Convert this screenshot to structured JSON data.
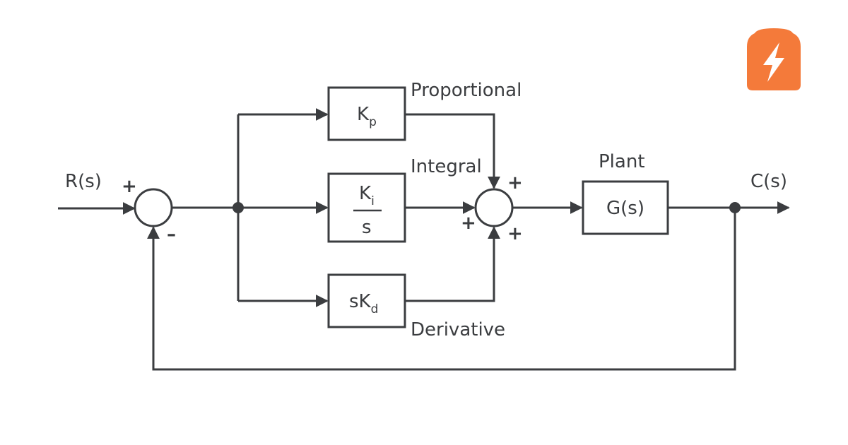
{
  "brand": {
    "logo_icon": "bolt-badge-icon",
    "logo_color": "#f47a3a"
  },
  "diagram": {
    "signals": {
      "input": "R(s)",
      "output": "C(s)"
    },
    "plant": {
      "title": "Plant",
      "transfer_function": "G(s)"
    },
    "branches": {
      "proportional": {
        "title": "Proportional",
        "gain": "K",
        "gain_sub": "p"
      },
      "integral": {
        "title": "Integral",
        "gain": "K",
        "gain_sub": "i",
        "denominator": "s"
      },
      "derivative": {
        "title": "Derivative",
        "gain_prefix": "sK",
        "gain_sub": "d"
      }
    },
    "summers": {
      "error": {
        "top_sign": "+",
        "bottom_sign": "–"
      },
      "controller": {
        "top_sign": "+",
        "left_sign": "+",
        "bottom_sign": "+"
      }
    }
  },
  "colors": {
    "line": "#3b3d40",
    "accent": "#f47a3a"
  }
}
